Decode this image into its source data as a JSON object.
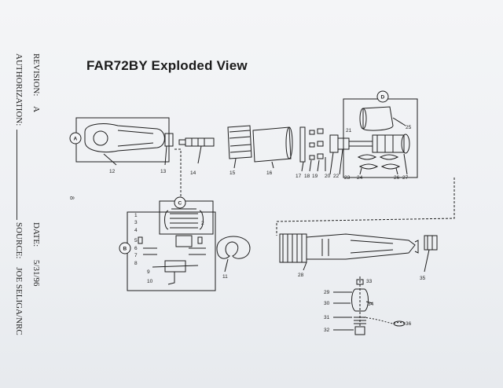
{
  "title": "FAR72BY Exploded View",
  "side_text": {
    "revision_label": "REVISION:",
    "revision_value": "A",
    "authorization_label": "AUTHORIZATION:",
    "date_label": "DATE:",
    "date_value": "5/31/96",
    "source_label": "SOURCE:",
    "source_value": "JOE SELIGA/NRC",
    "page_marker": "8"
  },
  "callouts": [
    "A",
    "B",
    "C",
    "D"
  ],
  "part_numbers": [
    "1",
    "2",
    "3",
    "4",
    "5",
    "6",
    "7",
    "8",
    "9",
    "10",
    "11",
    "12",
    "13",
    "14",
    "15",
    "16",
    "17",
    "18",
    "19",
    "20",
    "21",
    "22",
    "23",
    "24",
    "25",
    "26",
    "27",
    "28",
    "29",
    "30",
    "31",
    "32",
    "33",
    "34",
    "35",
    "36"
  ],
  "colors": {
    "ink": "#1e1e1e",
    "paper": "#f2f3f5",
    "shade": "#3a3a3a"
  }
}
